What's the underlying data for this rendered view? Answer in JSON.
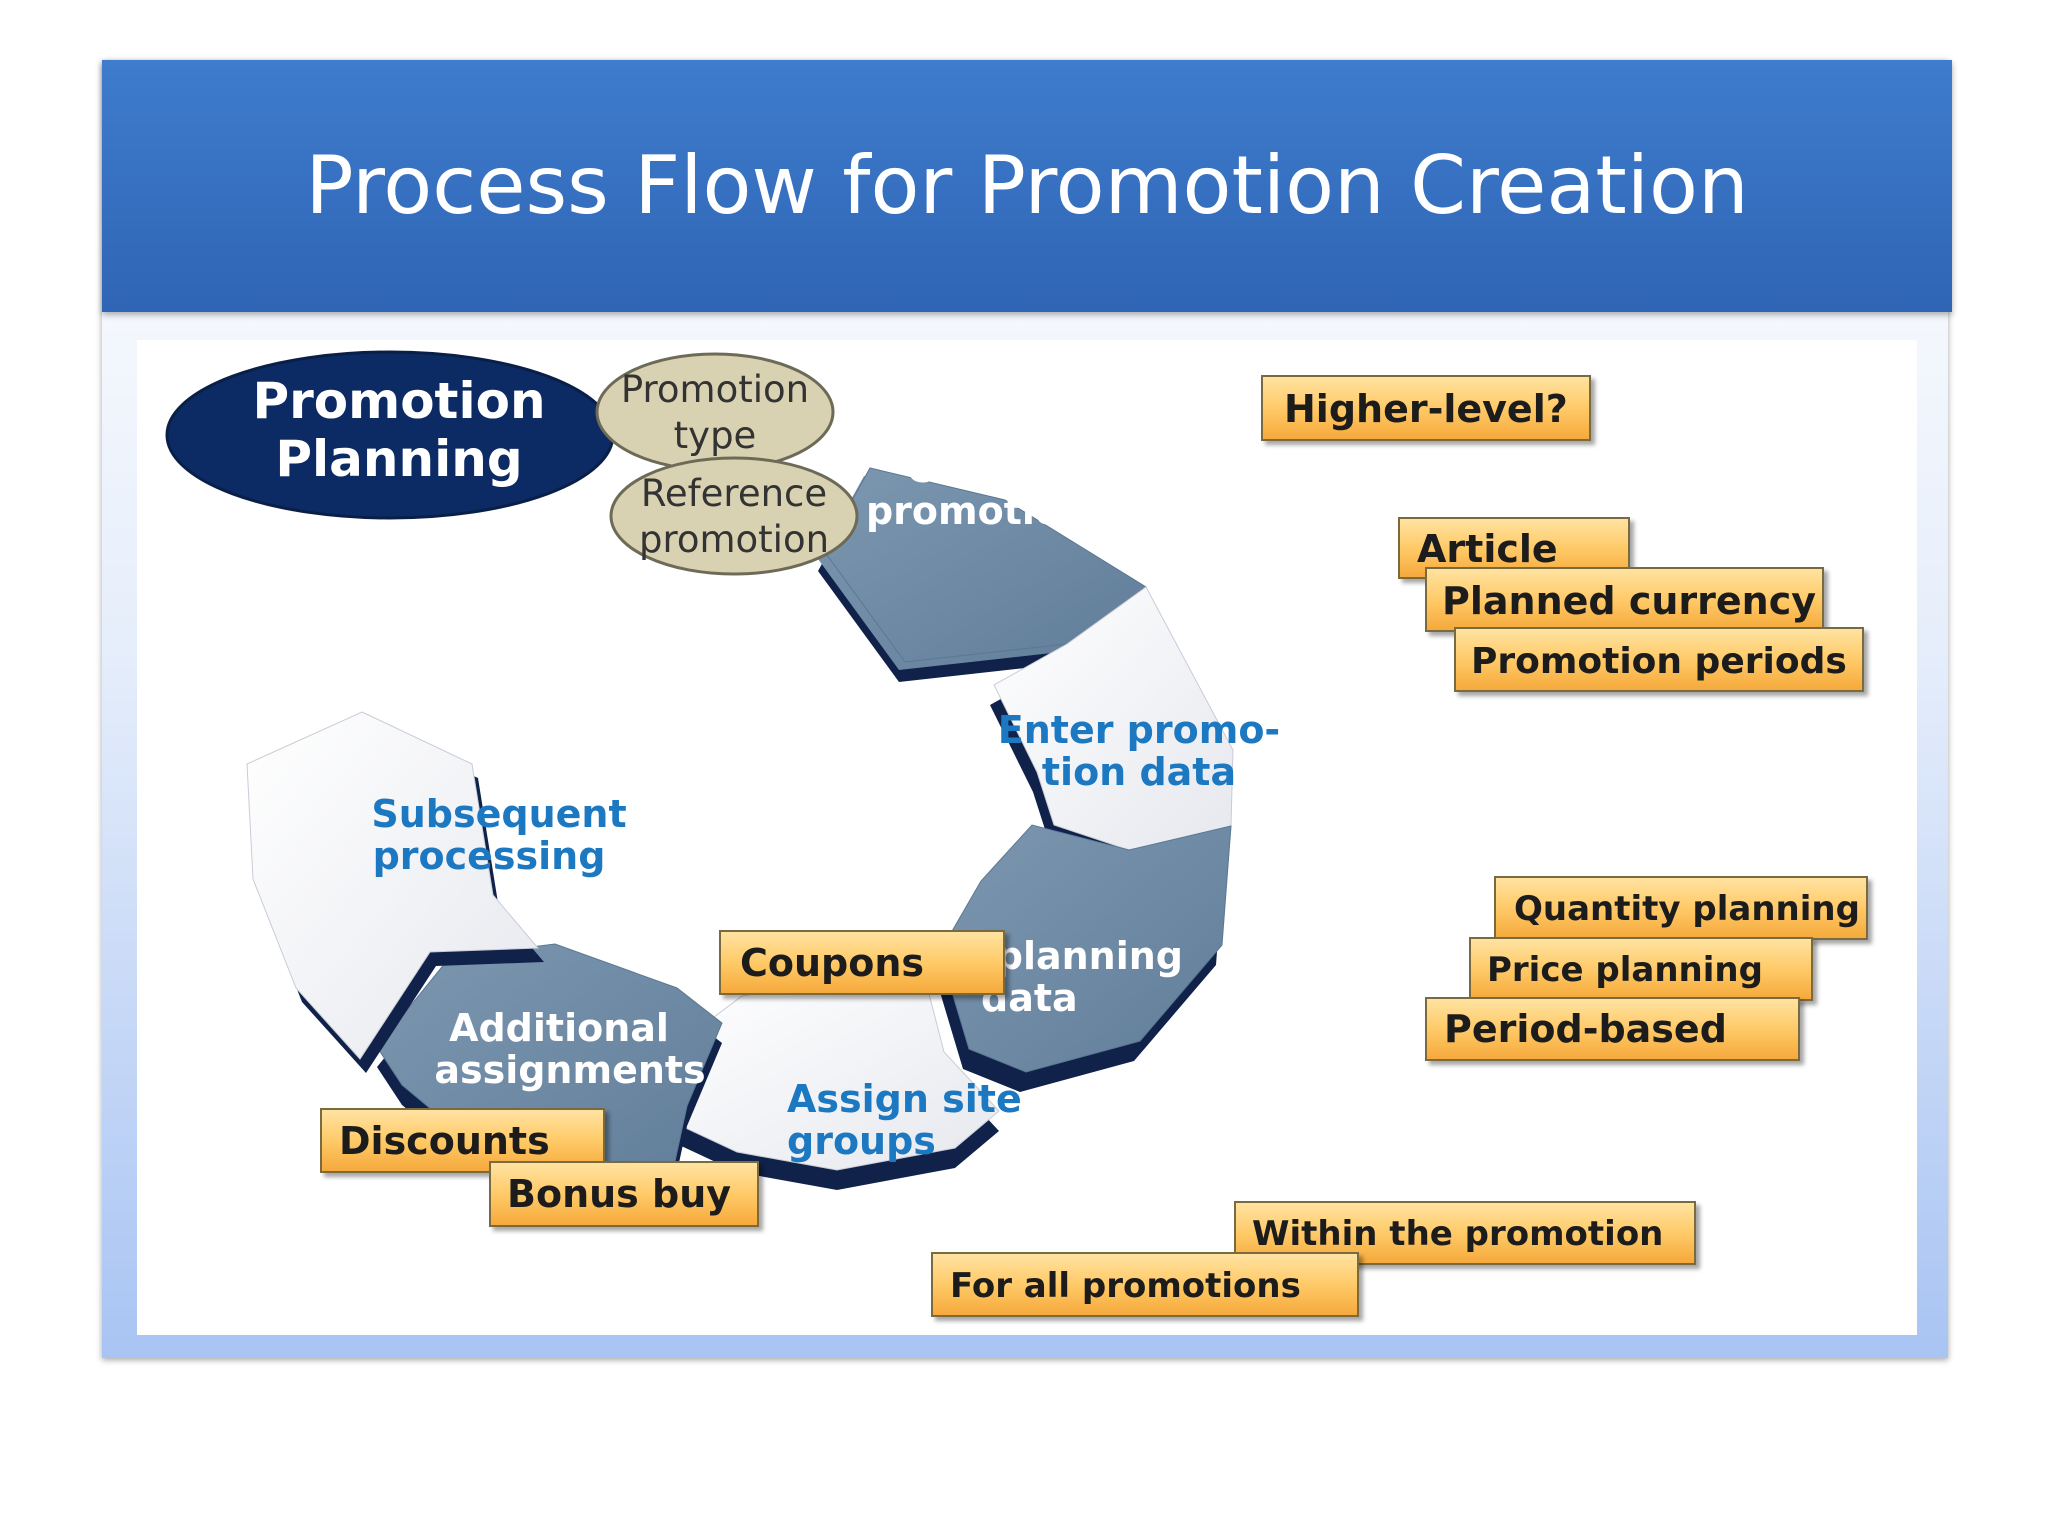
{
  "slide": {
    "title": "Process Flow for Promotion Creation"
  },
  "diagram": {
    "badge": {
      "line1": "Promotion",
      "line2": "Planning"
    },
    "oval_labels": {
      "promotion_type_line1": "Promotion",
      "promotion_type_line2": "type",
      "reference_line1": "Reference",
      "reference_line2": "promotion"
    },
    "steps": {
      "create_line1": "Create",
      "create_line2": "promotion",
      "enter_promo_line1": "Enter promo-",
      "enter_promo_line2": "tion data",
      "enter_planning_line1": "Enter planning",
      "enter_planning_line2": "data",
      "assign_line1": "Assign site",
      "assign_line2": "groups",
      "additional_line1": "Additional",
      "additional_line2": "assignments",
      "subsequent_line1": "Subsequent",
      "subsequent_line2": "processing"
    },
    "tags": {
      "higher_level": "Higher-level?",
      "article": "Article",
      "planned_currency": "Planned currency",
      "promotion_periods": "Promotion periods",
      "quantity_planning": "Quantity planning",
      "price_planning": "Price planning",
      "period_based": "Period-based",
      "within_promotion": "Within the promotion",
      "for_all_promotions": "For all promotions",
      "coupons": "Coupons",
      "discounts": "Discounts",
      "bonus_buy": "Bonus buy"
    }
  },
  "colors": {
    "title_bar": "#3470c0",
    "dark_segment": "#6e8aa5",
    "light_segment": "#eef0f5",
    "segment_shadow": "#10214a",
    "step_light_text": "#1c78c0",
    "tag_fill": "#ffc860",
    "badge_fill": "#0c2a63",
    "oval_fill": "#d9d2b2"
  }
}
